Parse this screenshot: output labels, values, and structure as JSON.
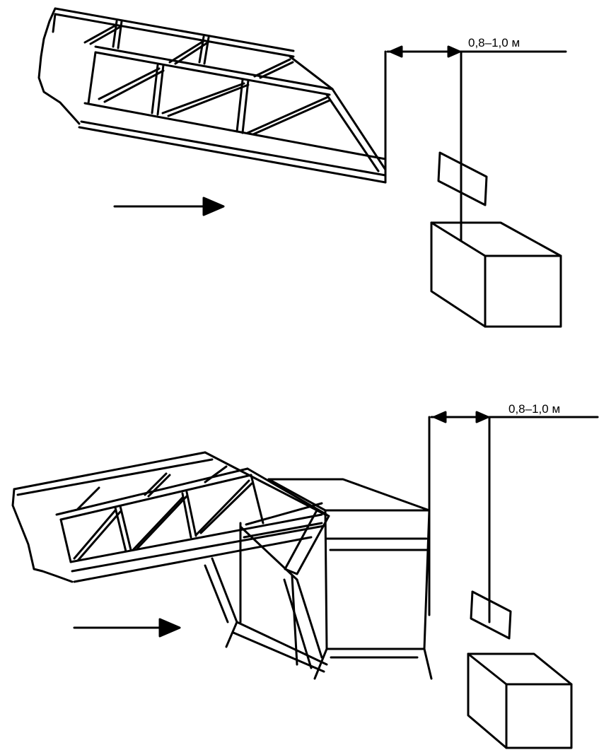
{
  "diagrams": [
    {
      "id": "top",
      "dimension_label": "0,8–1,0 м"
    },
    {
      "id": "bottom",
      "dimension_label": "0,8–1,0 м"
    }
  ],
  "colors": {
    "stroke": "#000000",
    "background": "#ffffff"
  }
}
